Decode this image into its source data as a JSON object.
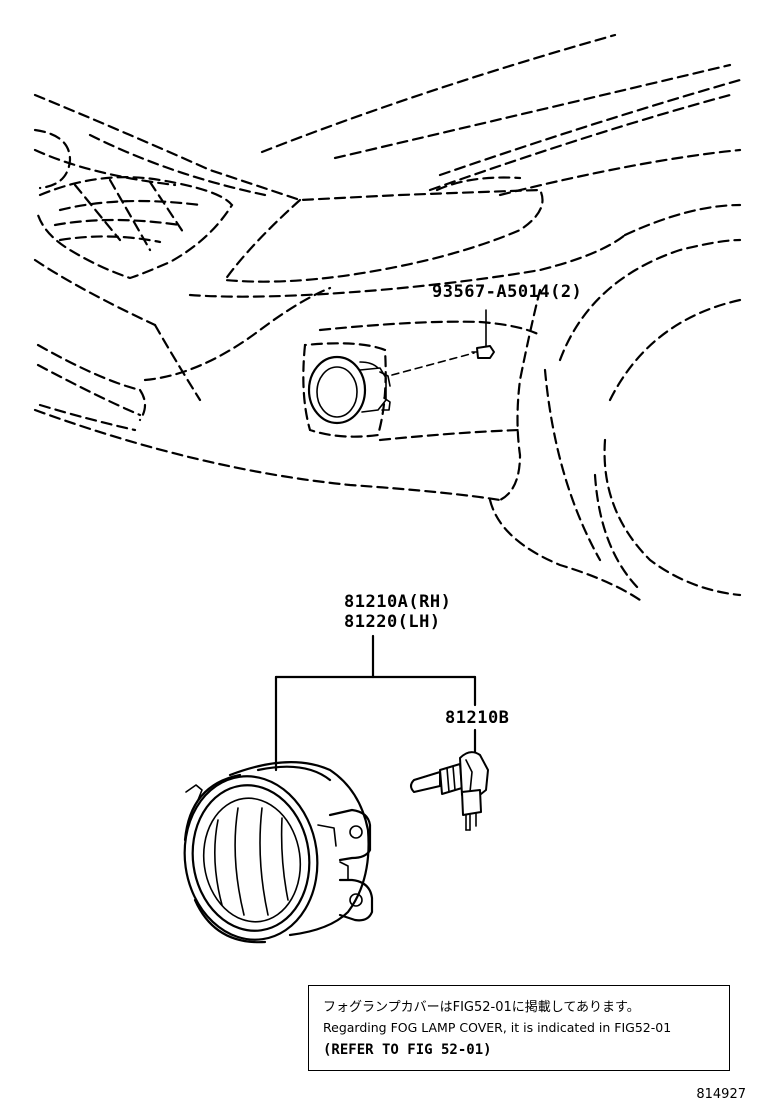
{
  "parts": {
    "bolt": "93567-A5014(2)",
    "fog_lamp_rh": "81210A(RH)",
    "fog_lamp_lh": "81220(LH)",
    "bulb": "81210B"
  },
  "note": {
    "line_ja": "フォグランプカバーはFIG52-01に掲載してあります。",
    "line_en": "Regarding FOG LAMP COVER, it is indicated in FIG52-01",
    "line_ref": "(REFER TO FIG 52-01)"
  },
  "figure_number": "814927"
}
